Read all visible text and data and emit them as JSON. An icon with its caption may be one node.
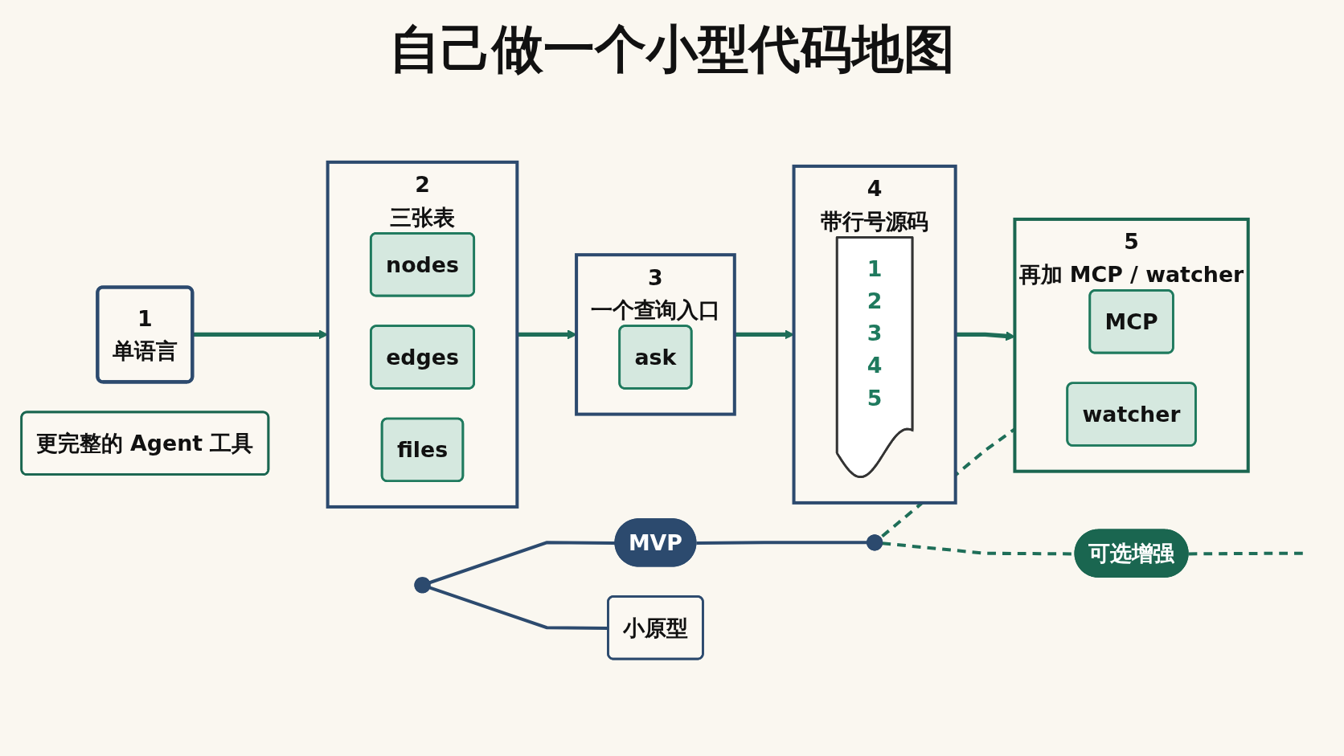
{
  "diagram": {
    "title": "自己做一个小型代码地图",
    "nodes": [
      {
        "text": [
          "1",
          "单语言"
        ]
      },
      {
        "text": [
          "2",
          "三张表"
        ]
      },
      {
        "text": [
          "nodes"
        ],
        "in": 1
      },
      {
        "text": [
          "edges"
        ],
        "in": 1
      },
      {
        "text": [
          "files"
        ],
        "in": 1
      },
      {
        "text": [
          "3",
          "一个查询入口"
        ]
      },
      {
        "text": [
          "ask"
        ],
        "in": 5
      },
      {
        "text": [
          "4",
          "带行号源码"
        ]
      },
      {
        "text": [
          "1",
          "2",
          "3",
          "4",
          "5"
        ],
        "in": 7
      },
      {
        "text": [
          "5",
          "再加 MCP / watcher"
        ]
      },
      {
        "text": [
          "MCP"
        ],
        "in": 9
      },
      {
        "text": [
          "watcher"
        ],
        "in": 9
      },
      {
        "text": [],
        "shape": "circle"
      },
      {
        "text": [
          "MVP"
        ]
      },
      {
        "text": [],
        "shape": "circle"
      },
      {
        "text": [
          "可选增强"
        ]
      },
      {
        "text": [
          "小原型"
        ]
      },
      {
        "text": [
          "更完整的 Agent 工具"
        ]
      }
    ],
    "edges": [
      {
        "from": 0,
        "to": 1,
        "arrow": "to"
      },
      {
        "from": 1,
        "to": 5,
        "arrow": "to"
      },
      {
        "from": 5,
        "to": 7,
        "arrow": "to"
      },
      {
        "from": 7,
        "to": 9,
        "arrow": "to"
      },
      {
        "from": 12,
        "to": 16,
        "arrow": "none",
        "color": "#2c4a6e"
      },
      {
        "from": 12,
        "to": 13,
        "arrow": "none",
        "color": "#2c4a6e"
      },
      {
        "from": 13,
        "to": 14,
        "arrow": "none",
        "color": "#2c4a6e"
      },
      {
        "from": 14,
        "to": 9,
        "arrow": "none",
        "style": "dashed"
      },
      {
        "from": 14,
        "to": 15,
        "arrow": "none",
        "style": "dashed"
      },
      {
        "from": 15,
        "to": null,
        "arrow": "none",
        "style": "dashed"
      }
    ]
  }
}
